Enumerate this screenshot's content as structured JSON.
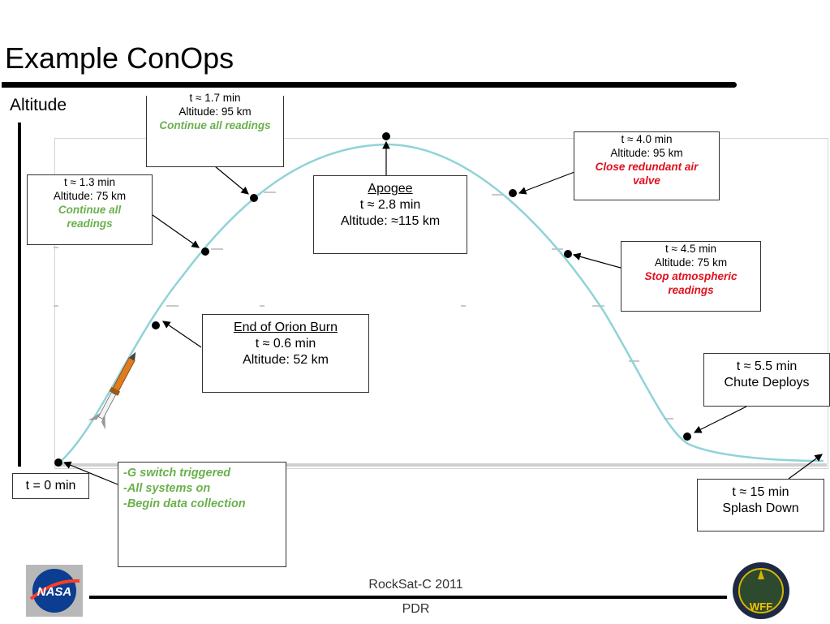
{
  "title": "Example ConOps",
  "y_axis_label": "Altitude",
  "apogee": {
    "name": "Apogee",
    "time": "t ≈ 2.8 min",
    "altitude": "Altitude: ≈115 km"
  },
  "orion_burn": {
    "name": "End of Orion Burn",
    "time": "t ≈ 0.6 min",
    "altitude": "Altitude: 52 km"
  },
  "events": {
    "t17": {
      "time": "t ≈ 1.7 min",
      "altitude": "Altitude: 95 km",
      "action": "Continue all readings"
    },
    "t13": {
      "time": "t ≈ 1.3 min",
      "altitude": "Altitude: 75 km",
      "action": "Continue all readings"
    },
    "t40": {
      "time": "t ≈ 4.0 min",
      "altitude": "Altitude: 95 km",
      "action": "Close redundant air valve"
    },
    "t45": {
      "time": "t ≈ 4.5 min",
      "altitude": "Altitude: 75 km",
      "action": "Stop atmospheric readings"
    },
    "t55": {
      "time": "t ≈ 5.5 min",
      "action": "Chute Deploys"
    },
    "t15": {
      "time": "t ≈ 15 min",
      "action": "Splash Down"
    },
    "t0": {
      "time": "t = 0 min"
    }
  },
  "launch_actions": [
    "-G switch triggered",
    "-All systems on",
    "-Begin data collection"
  ],
  "footer": {
    "program": "RockSat-C 2011",
    "review": "PDR"
  },
  "logos": {
    "left": "NASA",
    "right": "WFF"
  },
  "colors": {
    "trajectory": "#8fd3d8",
    "green_text": "#6ab04c",
    "red_text": "#e0101e",
    "rocket_body": "#e07b1f"
  }
}
